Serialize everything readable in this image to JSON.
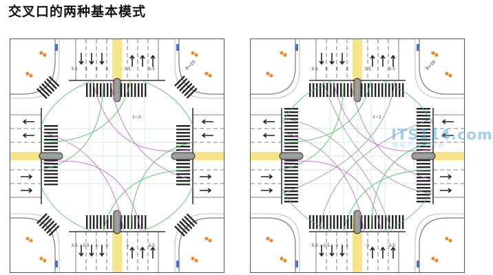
{
  "title": "交叉口的两种基本模式",
  "watermark": {
    "main": "ITS114.com",
    "sub": "智能交通世界网"
  },
  "lane_labels": {
    "north": [
      "3-5",
      "3",
      "3",
      "3",
      "3.5",
      "3-5"
    ],
    "south": [
      "3-5",
      "3.5",
      "3",
      "3",
      "3",
      "3-5"
    ],
    "scale_mark": "1~2",
    "radius_mark": "R=20"
  }
}
